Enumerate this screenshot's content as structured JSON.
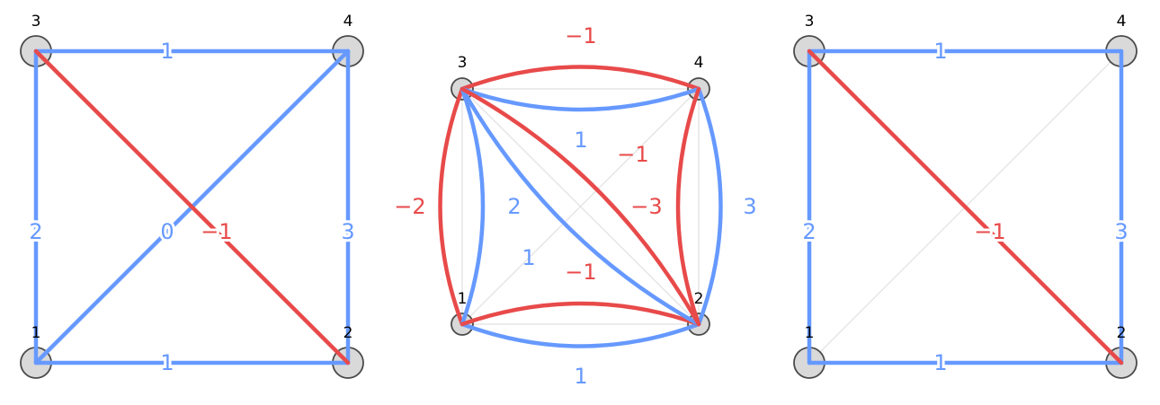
{
  "colors": {
    "positive": "#6699ff",
    "negative": "#e84a4a",
    "node_fill": "#d9d9d9",
    "node_stroke": "#4a4a4a"
  },
  "graph_left": {
    "nodes": [
      "1",
      "2",
      "3",
      "4"
    ],
    "edge_labels": {
      "e13": "2",
      "e34": "1",
      "e12": "1",
      "e24": "3",
      "e14": "0",
      "e32": "−1"
    }
  },
  "graph_middle": {
    "nodes": [
      "1",
      "2",
      "3",
      "4"
    ],
    "edge_labels": {
      "top_red": "−1",
      "left_red": "−2",
      "right_blue": "3",
      "bottom_blue": "1",
      "inner_34": "1",
      "inner_42": "−1",
      "inner_31": "2",
      "inner_32": "−3",
      "inner_13": "1",
      "inner_21": "−1"
    }
  },
  "graph_right": {
    "nodes": [
      "1",
      "2",
      "3",
      "4"
    ],
    "edge_labels": {
      "e13": "2",
      "e34": "1",
      "e12": "1",
      "e24": "3",
      "e32": "−1"
    }
  }
}
